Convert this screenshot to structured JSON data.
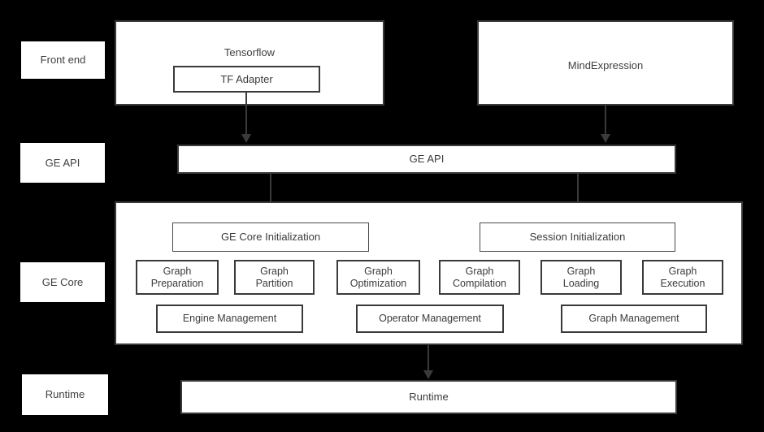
{
  "diagram": {
    "title": "GE architecture layered diagram",
    "background_color": "#000000",
    "box_fill_color": "#ffffff",
    "border_color": "#3a3a3a",
    "text_color": "#3f3f3f"
  },
  "layer_labels": [
    {
      "id": "front-end",
      "label": "Front end"
    },
    {
      "id": "ge-api",
      "label": "GE API"
    },
    {
      "id": "ge-core",
      "label": "GE Core"
    },
    {
      "id": "runtime",
      "label": "Runtime"
    }
  ],
  "front_end": {
    "tensorflow": {
      "label": "Tensorflow",
      "child": {
        "label": "TF Adapter"
      }
    },
    "mindexpression": {
      "label": "MindExpression"
    }
  },
  "ge_api_bar": {
    "label": "GE API"
  },
  "ge_core": {
    "initializers": [
      {
        "label": "GE Core Initialization"
      },
      {
        "label": "Session Initialization"
      }
    ],
    "modules": [
      {
        "label": "Graph\nPreparation"
      },
      {
        "label": "Graph\nPartition"
      },
      {
        "label": "Graph\nOptimization"
      },
      {
        "label": "Graph\nCompilation"
      },
      {
        "label": "Graph\nLoading"
      },
      {
        "label": "Graph\nExecution"
      }
    ],
    "managers": [
      {
        "label": "Engine Management"
      },
      {
        "label": "Operator Management"
      },
      {
        "label": "Graph Management"
      }
    ]
  },
  "runtime_bar": {
    "label": "Runtime"
  },
  "connectors": [
    {
      "from": "TF Adapter",
      "to": "GE API"
    },
    {
      "from": "MindExpression",
      "to": "GE API"
    },
    {
      "from": "GE API",
      "to": "GE Core Initialization"
    },
    {
      "from": "GE API",
      "to": "Session Initialization"
    },
    {
      "from": "GE Core",
      "to": "Runtime"
    }
  ]
}
